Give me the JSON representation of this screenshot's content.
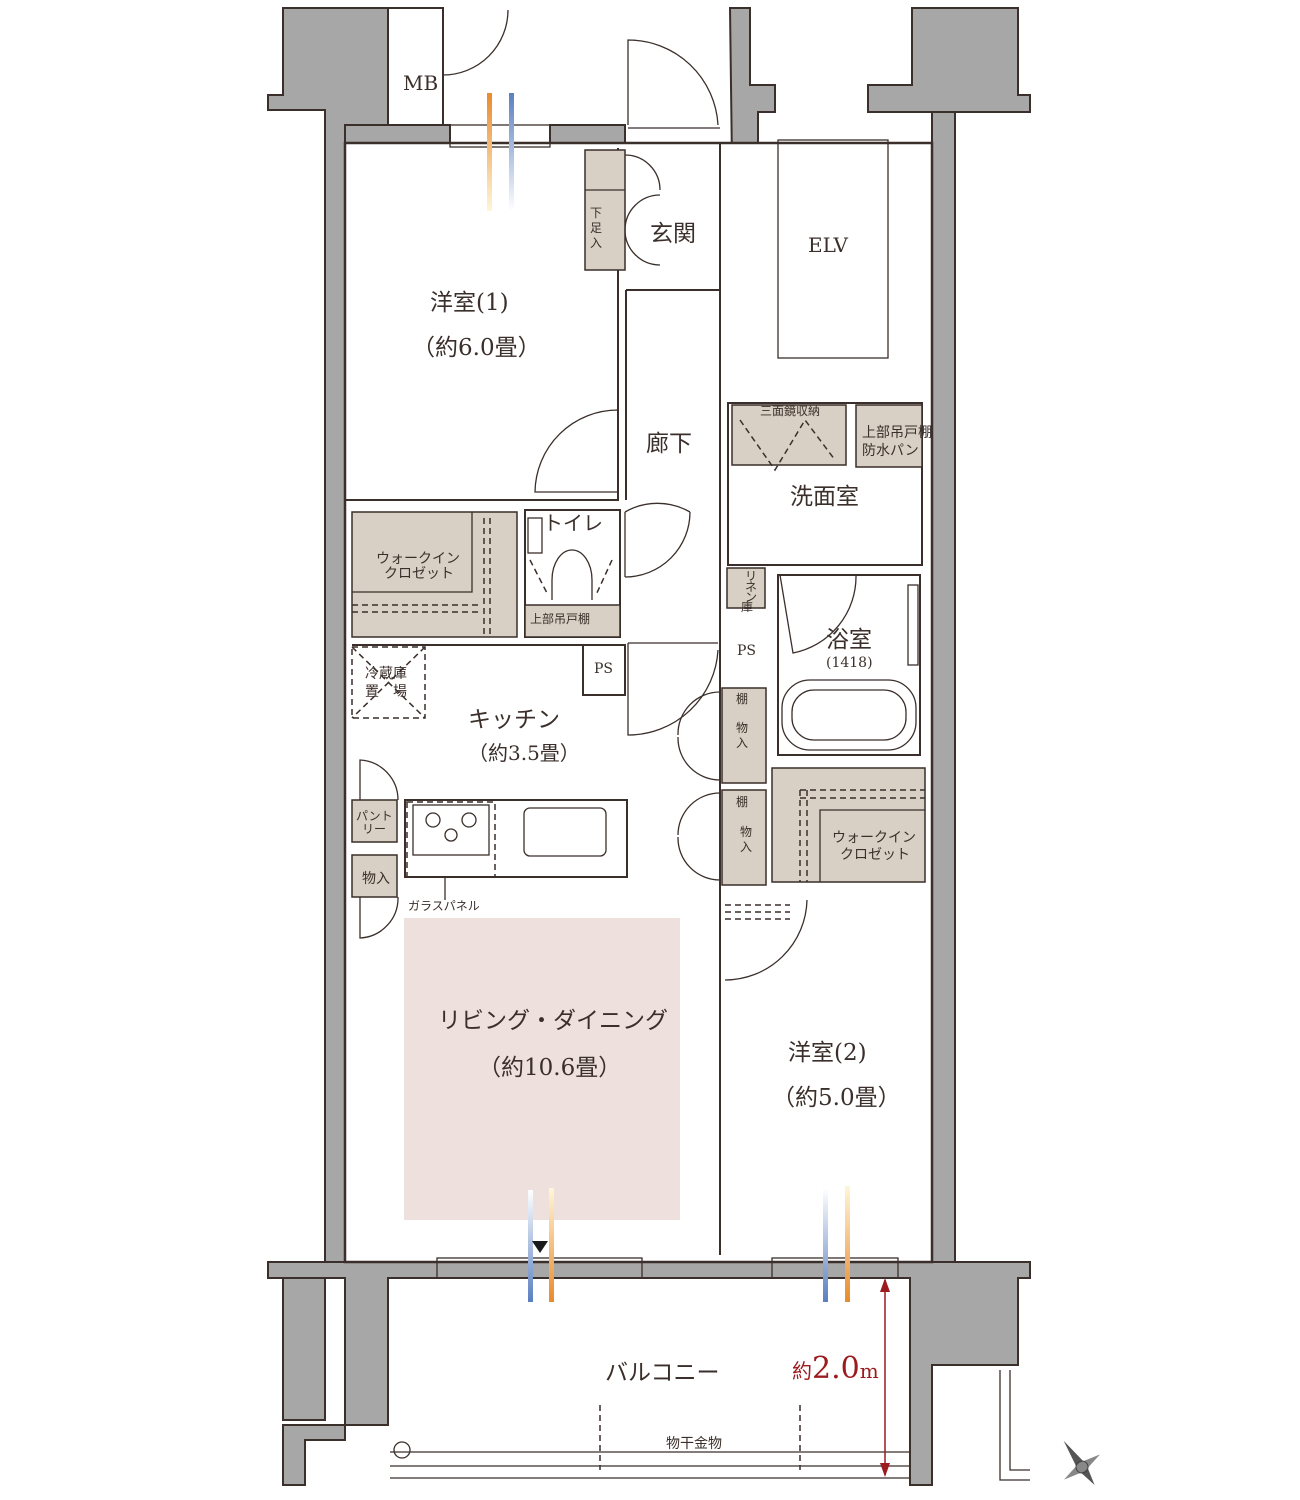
{
  "rooms": {
    "western1": {
      "name": "洋室(1)",
      "size": "（約6.0畳）"
    },
    "western2": {
      "name": "洋室(2)",
      "size": "（約5.0畳）"
    },
    "living": {
      "name": "リビング・ダイニング",
      "size": "（約10.6畳）"
    },
    "kitchen": {
      "name": "キッチン",
      "size": "（約3.5畳）"
    },
    "entrance": "玄関",
    "hallway": "廊下",
    "toilet": "トイレ",
    "washroom": "洗面室",
    "bathroom": {
      "name": "浴室",
      "size": "(1418)"
    },
    "balcony": "バルコニー",
    "elevator": "ELV"
  },
  "labels": {
    "mb": "MB",
    "shoe_storage": [
      "下",
      "足",
      "入"
    ],
    "wic1": [
      "ウォークイン",
      "クロゼット"
    ],
    "wic2": [
      "ウォークイン",
      "クロゼット"
    ],
    "toilet_shelf": "上部吊戸棚",
    "ps1": "PS",
    "ps2": "PS",
    "fridge": [
      "冷蔵庫",
      "置　場"
    ],
    "pantry": [
      "パント",
      "リー"
    ],
    "storage_kitchen": "物入",
    "glass_panel": "ガラスパネル",
    "mirror_storage": "三面鏡収納",
    "wash_shelf": [
      "上部吊戸棚",
      "防水パン"
    ],
    "linen": [
      "リ",
      "ネ",
      "ン",
      "庫"
    ],
    "shelf_storage1": [
      "棚",
      "物",
      "入"
    ],
    "shelf_storage2": [
      "棚",
      "物",
      "入"
    ],
    "drying_hardware": "物干金物"
  },
  "balcony_depth": {
    "prefix": "約",
    "value": "2.0",
    "unit": "m"
  },
  "colors": {
    "wall": "#a7a7a7",
    "storage": "#d8d0c4",
    "living_highlight": "#eee1dd",
    "accent": "#9b1b1e"
  }
}
